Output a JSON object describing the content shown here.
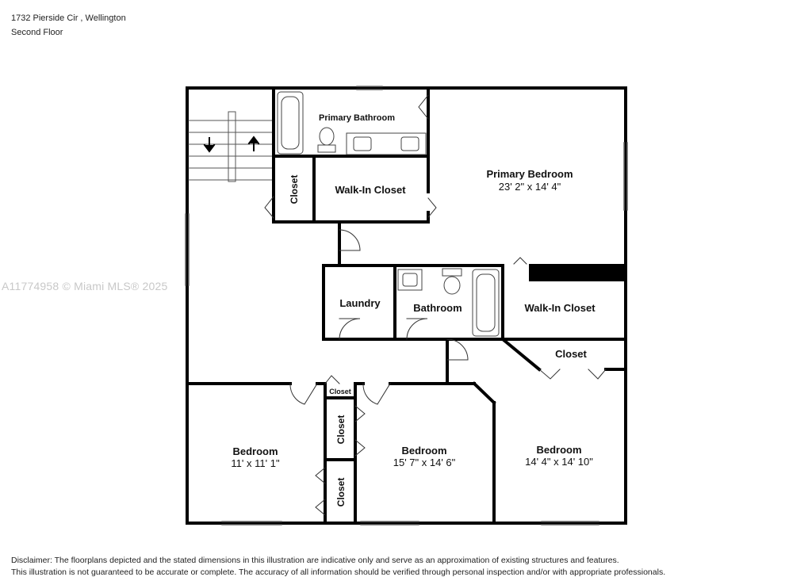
{
  "header": {
    "address": "1732 Pierside Cir , Wellington",
    "floor": "Second Floor"
  },
  "watermark": "A11774958 © Miami MLS® 2025",
  "rooms": {
    "primary_bathroom": {
      "name": "Primary Bathroom"
    },
    "primary_bedroom": {
      "name": "Primary Bedroom",
      "dims": "23' 2\" x 14' 4\""
    },
    "walkin_closet_1": {
      "name": "Walk-In Closet"
    },
    "closet_top": {
      "name": "Closet"
    },
    "laundry": {
      "name": "Laundry"
    },
    "bathroom": {
      "name": "Bathroom"
    },
    "walkin_closet_2": {
      "name": "Walk-In Closet"
    },
    "closet_right": {
      "name": "Closet"
    },
    "closet_small": {
      "name": "Closet"
    },
    "closet_mid": {
      "name": "Closet"
    },
    "closet_bottom": {
      "name": "Closet"
    },
    "bedroom_1": {
      "name": "Bedroom",
      "dims": "11' x 11' 1\""
    },
    "bedroom_2": {
      "name": "Bedroom",
      "dims": "15' 7\" x 14' 6\""
    },
    "bedroom_3": {
      "name": "Bedroom",
      "dims": "14' 4\" x 14' 10\""
    }
  },
  "disclaimer": {
    "line1": "Disclaimer: The floorplans depicted and the stated dimensions in this illustration are indicative only and serve as an approximation of existing structures and features.",
    "line2": "This illustration is not guaranteed to be accurate or complete. The accuracy of all information should be verified through personal inspection and/or with appropriate professionals."
  }
}
